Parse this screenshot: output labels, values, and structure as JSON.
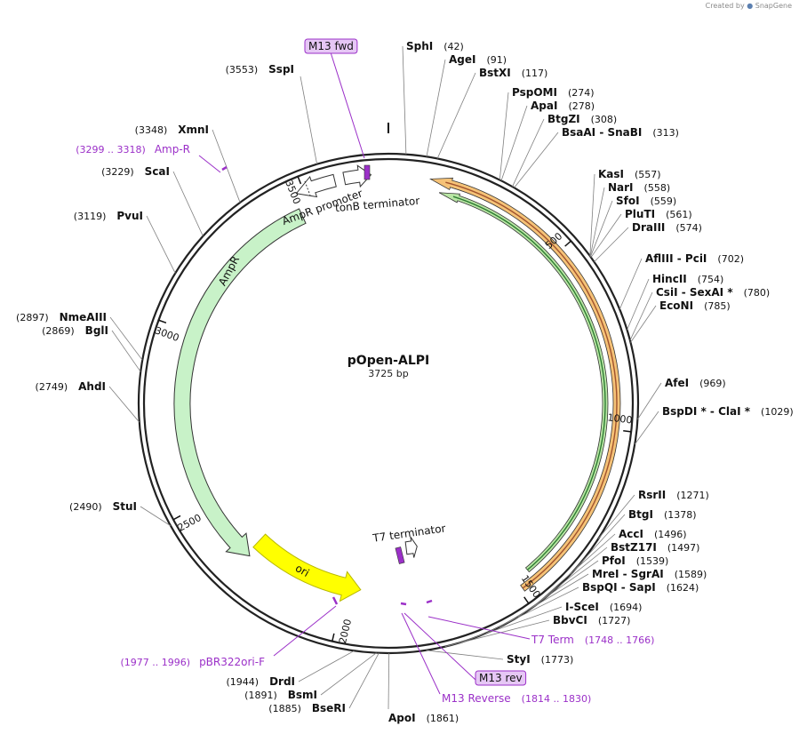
{
  "credit": {
    "prefix": "Created by",
    "brand": "SnapGene"
  },
  "plasmid": {
    "name": "pOpen-ALPI",
    "size_label": "3725 bp",
    "length": 3725
  },
  "ticks": [
    {
      "bp": 500,
      "label": "500"
    },
    {
      "bp": 1000,
      "label": "1000"
    },
    {
      "bp": 1500,
      "label": "1500"
    },
    {
      "bp": 2000,
      "label": "2000"
    },
    {
      "bp": 2500,
      "label": "2500"
    },
    {
      "bp": 3000,
      "label": "3000"
    },
    {
      "bp": 3500,
      "label": "3500"
    }
  ],
  "features": [
    {
      "id": "alpi-orange",
      "name": "",
      "start": 110,
      "end": 1490,
      "strand": "-",
      "color": "#f5c277"
    },
    {
      "id": "alpi-green",
      "name": "",
      "start": 140,
      "end": 1450,
      "strand": "-",
      "color": "#b9e6a5"
    },
    {
      "id": "ampr",
      "name": "AmpR",
      "start": 2300,
      "end": 3470,
      "strand": "-",
      "color": "#c8f2c8"
    },
    {
      "id": "ampr-promoter",
      "name": "AmpR promoter",
      "start": 3480,
      "end": 3585,
      "strand": "-",
      "color": "#ffffff"
    },
    {
      "id": "tonb-terminator",
      "name": "tonB terminator",
      "start": 3610,
      "end": 3680,
      "strand": "+",
      "color": "#ffffff"
    },
    {
      "id": "ori",
      "name": "ori",
      "start": 1950,
      "end": 2310,
      "strand": "-",
      "color": "#ffff00"
    },
    {
      "id": "t7-terminator",
      "name": "T7 terminator",
      "start": 1745,
      "end": 1790,
      "strand": "-",
      "color": "#ffffff"
    }
  ],
  "sites": [
    {
      "name": "SphI",
      "pos": "(42)",
      "bp": 42,
      "side": "R"
    },
    {
      "name": "AgeI",
      "pos": "(91)",
      "bp": 91,
      "side": "R"
    },
    {
      "name": "BstXI",
      "pos": "(117)",
      "bp": 117,
      "side": "R"
    },
    {
      "name": "PspOMI",
      "pos": "(274)",
      "bp": 274,
      "side": "R"
    },
    {
      "name": "ApaI",
      "pos": "(278)",
      "bp": 278,
      "side": "R"
    },
    {
      "name": "BtgZI",
      "pos": "(308)",
      "bp": 308,
      "side": "R"
    },
    {
      "name": "BsaAI  -  SnaBI",
      "pos": "(313)",
      "bp": 313,
      "side": "R"
    },
    {
      "name": "KasI",
      "pos": "(557)",
      "bp": 557,
      "side": "R"
    },
    {
      "name": "NarI",
      "pos": "(558)",
      "bp": 558,
      "side": "R"
    },
    {
      "name": "SfoI",
      "pos": "(559)",
      "bp": 559,
      "side": "R"
    },
    {
      "name": "PluTI",
      "pos": "(561)",
      "bp": 561,
      "side": "R"
    },
    {
      "name": "DraIII",
      "pos": "(574)",
      "bp": 574,
      "side": "R"
    },
    {
      "name": "AflIII  -  PciI",
      "pos": "(702)",
      "bp": 702,
      "side": "R"
    },
    {
      "name": "HincII",
      "pos": "(754)",
      "bp": 754,
      "side": "R"
    },
    {
      "name": "CsiI  -  SexAI *",
      "pos": "(780)",
      "bp": 780,
      "side": "R"
    },
    {
      "name": "EcoNI",
      "pos": "(785)",
      "bp": 785,
      "side": "R"
    },
    {
      "name": "AfeI",
      "pos": "(969)",
      "bp": 969,
      "side": "R"
    },
    {
      "name": "BspDI *  -  ClaI *",
      "pos": "(1029)",
      "bp": 1029,
      "side": "R"
    },
    {
      "name": "RsrII",
      "pos": "(1271)",
      "bp": 1271,
      "side": "R"
    },
    {
      "name": "BtgI",
      "pos": "(1378)",
      "bp": 1378,
      "side": "R"
    },
    {
      "name": "AccI",
      "pos": "(1496)",
      "bp": 1496,
      "side": "R"
    },
    {
      "name": "BstZ17I",
      "pos": "(1497)",
      "bp": 1497,
      "side": "R"
    },
    {
      "name": "PfoI",
      "pos": "(1539)",
      "bp": 1539,
      "side": "R"
    },
    {
      "name": "MreI  -  SgrAI",
      "pos": "(1589)",
      "bp": 1589,
      "side": "R"
    },
    {
      "name": "BspQI  -  SapI",
      "pos": "(1624)",
      "bp": 1624,
      "side": "R"
    },
    {
      "name": "I-SceI",
      "pos": "(1694)",
      "bp": 1694,
      "side": "R"
    },
    {
      "name": "BbvCI",
      "pos": "(1727)",
      "bp": 1727,
      "side": "R"
    },
    {
      "name": "StyI",
      "pos": "(1773)",
      "bp": 1773,
      "side": "R"
    },
    {
      "name": "ApoI",
      "pos": "(1861)",
      "bp": 1861,
      "side": "R"
    },
    {
      "name": "BseRI",
      "pos": "(1885)",
      "bp": 1885,
      "side": "L"
    },
    {
      "name": "BsmI",
      "pos": "(1891)",
      "bp": 1891,
      "side": "L"
    },
    {
      "name": "DrdI",
      "pos": "(1944)",
      "bp": 1944,
      "side": "L"
    },
    {
      "name": "StuI",
      "pos": "(2490)",
      "bp": 2490,
      "side": "L"
    },
    {
      "name": "AhdI",
      "pos": "(2749)",
      "bp": 2749,
      "side": "L"
    },
    {
      "name": "BglI",
      "pos": "(2869)",
      "bp": 2869,
      "side": "L"
    },
    {
      "name": "NmeAIII",
      "pos": "(2897)",
      "bp": 2897,
      "side": "L"
    },
    {
      "name": "PvuI",
      "pos": "(3119)",
      "bp": 3119,
      "side": "L"
    },
    {
      "name": "ScaI",
      "pos": "(3229)",
      "bp": 3229,
      "side": "L"
    },
    {
      "name": "XmnI",
      "pos": "(3348)",
      "bp": 3348,
      "side": "L"
    },
    {
      "name": "SspI",
      "pos": "(3553)",
      "bp": 3553,
      "side": "L"
    }
  ],
  "primers": [
    {
      "id": "m13-fwd",
      "name": "M13 fwd",
      "range": "",
      "bp": 3660,
      "boxed": true
    },
    {
      "id": "amp-r",
      "name": "Amp-R",
      "range": "(3299 .. 3318)",
      "bp": 3305,
      "boxed": false
    },
    {
      "id": "pbr322ori-f",
      "name": "pBR322ori-F",
      "range": "(1977 .. 1996)",
      "bp": 1987,
      "boxed": false
    },
    {
      "id": "t7-term",
      "name": "T7 Term",
      "range": "(1748 .. 1766)",
      "bp": 1757,
      "boxed": false
    },
    {
      "id": "m13-rev",
      "name": "M13 rev",
      "range": "",
      "bp": 1822,
      "boxed": true
    },
    {
      "id": "m13-reverse",
      "name": "M13 Reverse",
      "range": "(1814 .. 1830)",
      "bp": 1822,
      "boxed": false
    }
  ],
  "colors": {
    "backbone": "#222222",
    "site_line": "#777777",
    "primer": "#9b30c8",
    "primer_box": "#e6c7f5"
  }
}
